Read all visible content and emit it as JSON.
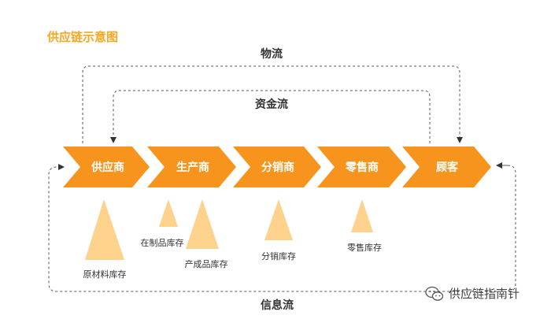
{
  "title": "供应链示意图",
  "flows": {
    "material": "物流",
    "capital": "资金流",
    "information": "信息流"
  },
  "nodes": [
    "供应商",
    "生产商",
    "分销商",
    "零售商",
    "顾客"
  ],
  "inventories": {
    "raw": "原材料库存",
    "wip": "在制品库存",
    "finished": "产成品库存",
    "distribution": "分销库存",
    "retail": "零售库存"
  },
  "watermark": "供应链指南针",
  "colors": {
    "arrow": "#f7941d",
    "triangle": "#fcd28c",
    "title": "#f5a623",
    "dash": "#555555"
  }
}
